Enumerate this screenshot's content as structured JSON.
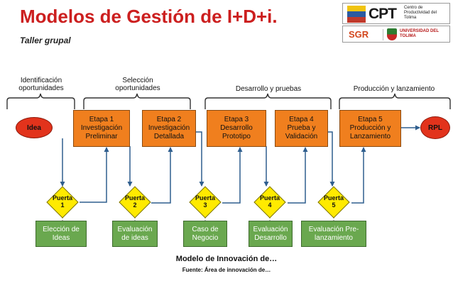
{
  "header": {
    "title": "Modelos de Gestión de I+D+i.",
    "subtitle": "Taller grupal"
  },
  "logos": {
    "cpt_name": "CPT",
    "cpt_full": "Centro de Productividad del Tolima",
    "sgr_name": "SGR",
    "university": "UNIVERSIDAD DEL TOLIMA"
  },
  "phases": [
    "Identificación\noportunidades",
    "Selección\noportunidades",
    "Desarrollo y pruebas",
    "Producción y lanzamiento"
  ],
  "flow": {
    "start": "Idea",
    "end": "RPL",
    "stages": [
      "Etapa 1\nInvestigación\nPreliminar",
      "Etapa 2\nInvestigación\nDetallada",
      "Etapa 3\nDesarrollo\nPrototipo",
      "Etapa 4\nPrueba y\nValidación",
      "Etapa 5\nProducción y\nLanzamiento"
    ],
    "gates": [
      "Puerta\n1",
      "Puerta\n2",
      "Puerta\n3",
      "Puerta\n4",
      "Puerta\n5"
    ],
    "decisions": [
      "Elección de\nIdeas",
      "Evaluación\nde ideas",
      "Caso de\nNegocio",
      "Evaluación\nDesarrollo",
      "Evaluación Pre-\nlanzamiento"
    ]
  },
  "footer": {
    "caption": "Modelo de Innovación de…",
    "source": "Fuente: Área de innovación de…"
  },
  "colors": {
    "title": "#cc1f1f",
    "stage_fill": "#f07f1e",
    "endpoint_fill": "#e2331c",
    "gate_fill": "#ffea00",
    "decision_fill": "#6aa84f",
    "connector": "#2f5e8e"
  }
}
